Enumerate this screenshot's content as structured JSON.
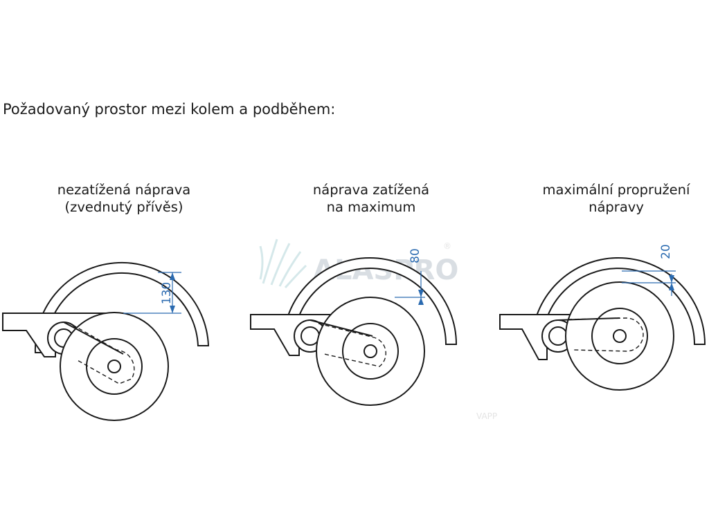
{
  "heading": "Požadovaný prostor mezi kolem a podběhem:",
  "panels": [
    {
      "caption_line1": "nezatížená náprava",
      "caption_line2": "(zvednutý přívěs)",
      "dimension": "130"
    },
    {
      "caption_line1": "náprava zatížená",
      "caption_line2": "na maximum",
      "dimension": "80"
    },
    {
      "caption_line1": "maximální propružení",
      "caption_line2": "nápravy",
      "dimension": "20"
    }
  ],
  "watermark": {
    "logo": "ALASPRO",
    "registered": "®",
    "small": "VAPP"
  },
  "colors": {
    "ink": "#1a1a1a",
    "dimension": "#2a6ab0",
    "watermark": "#d9dee3"
  }
}
